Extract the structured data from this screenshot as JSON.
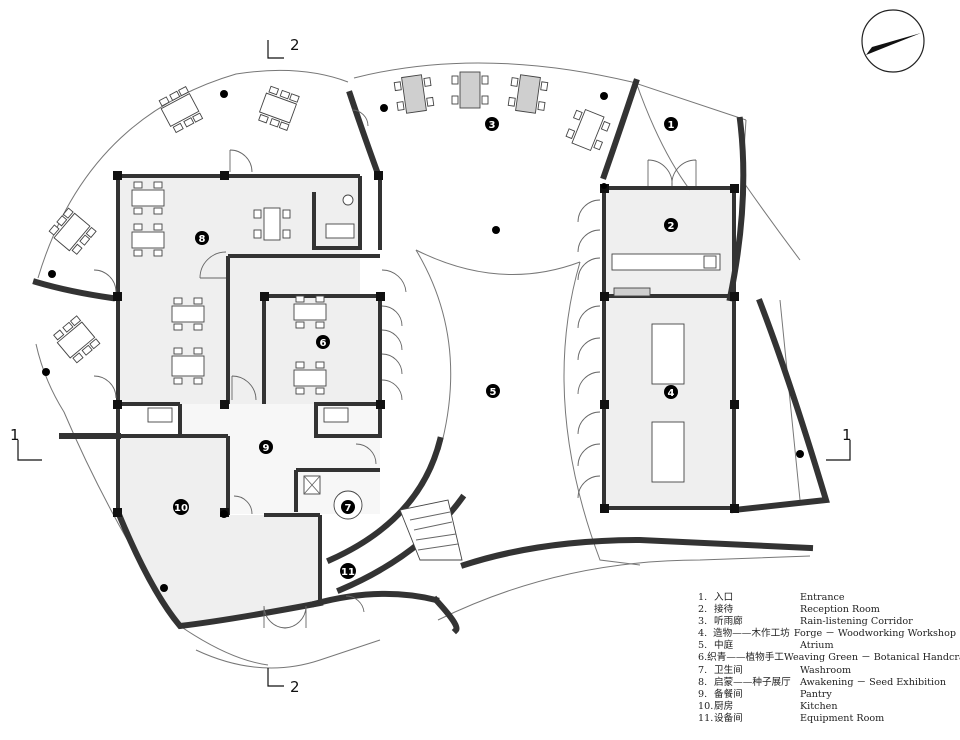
{
  "room_markers": [
    {
      "id": "1",
      "label": "1"
    },
    {
      "id": "2",
      "label": "2"
    },
    {
      "id": "3",
      "label": "3"
    },
    {
      "id": "4",
      "label": "4"
    },
    {
      "id": "5",
      "label": "5"
    },
    {
      "id": "6",
      "label": "6"
    },
    {
      "id": "7",
      "label": "7"
    },
    {
      "id": "8",
      "label": "8"
    },
    {
      "id": "9",
      "label": "9"
    },
    {
      "id": "10",
      "label": "10"
    },
    {
      "id": "11",
      "label": "11"
    }
  ],
  "section_marks": {
    "section_1_left": "1",
    "section_1_right": "1",
    "section_2_top": "2",
    "section_2_bottom": "2"
  },
  "legend": [
    {
      "num": "1.",
      "cn": "入口",
      "en": "Entrance"
    },
    {
      "num": "2.",
      "cn": "接待",
      "en": "Reception Room"
    },
    {
      "num": "3.",
      "cn": "听雨廊",
      "en": "Rain-listening Corridor"
    },
    {
      "num": "4.",
      "cn": "造物——木作工坊",
      "en": "Forge － Woodworking Workshop"
    },
    {
      "num": "5.",
      "cn": "中庭",
      "en": "Atrium"
    },
    {
      "num": "6.",
      "cn": "织青——植物手工",
      "en": "Weaving Green － Botanical Handcraft"
    },
    {
      "num": "7.",
      "cn": "卫生间",
      "en": "Washroom"
    },
    {
      "num": "8.",
      "cn": "启蒙——种子展厅",
      "en": "Awakening － Seed Exhibition"
    },
    {
      "num": "9.",
      "cn": "备餐间",
      "en": "Pantry"
    },
    {
      "num": "10.",
      "cn": "厨房",
      "en": "Kitchen"
    },
    {
      "num": "11.",
      "cn": "设备间",
      "en": "Equipment Room"
    }
  ],
  "icons": {
    "north_arrow": "north-arrow-icon"
  }
}
